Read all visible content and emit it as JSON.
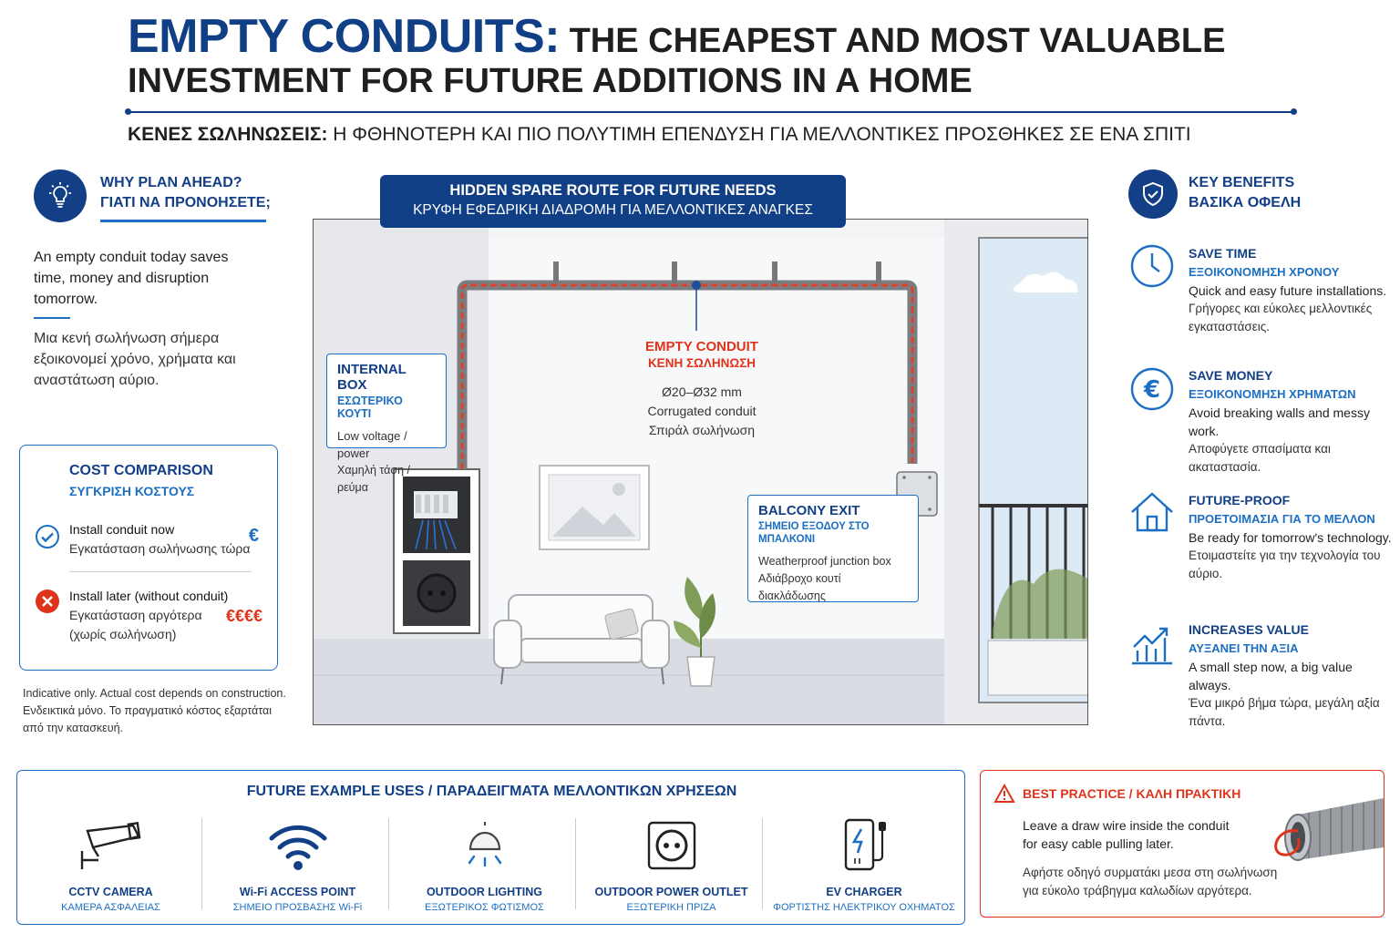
{
  "header": {
    "title_highlight": "EMPTY CONDUITS:",
    "title_rest": " THE CHEAPEST AND MOST VALUABLE",
    "title_line2": "INVESTMENT FOR FUTURE ADDITIONS IN A HOME",
    "greek_bold": "ΚΕΝΕΣ ΣΩΛΗΝΩΣΕΙΣ:",
    "greek_rest": " Η ΦΘΗΝΟΤΕΡΗ ΚΑΙ ΠΙΟ ΠΟΛΥΤΙΜΗ ΕΠΕΝΔΥΣΗ ΓΙΑ ΜΕΛΛΟΝΤΙΚΕΣ ΠΡΟΣΘΗΚΕΣ ΣΕ ΕΝΑ ΣΠΙΤΙ"
  },
  "why": {
    "title_en": "WHY PLAN AHEAD?",
    "title_gr": "ΓΙΑΤΙ ΝΑ ΠΡΟΝΟΗΣΕΤΕ;",
    "text_en": "An empty conduit today saves time, money and disruption tomorrow.",
    "text_gr": "Μια κενή σωλήνωση σήμερα εξοικονομεί χρόνο, χρήματα και αναστάτωση αύριο."
  },
  "cost": {
    "title_en": "COST COMPARISON",
    "title_gr": "ΣΥΓΚΡΙΣΗ ΚΟΣΤΟΥΣ",
    "now_en": "Install conduit now",
    "now_gr": "Εγκατάσταση σωλήνωσης τώρα",
    "now_cost": "€",
    "later_en": "Install later (without conduit)",
    "later_gr_1": "Εγκατάσταση αργότερα",
    "later_gr_2": "(χωρίς σωλήνωση)",
    "later_cost": "€€€€",
    "note_en": "Indicative only. Actual cost depends on construction.",
    "note_gr": "Ενδεικτικά μόνο. Το πραγματικό κόστος εξαρτάται από την κατασκευή."
  },
  "diagram": {
    "banner_en": "HIDDEN SPARE ROUTE FOR FUTURE NEEDS",
    "banner_gr": "ΚΡΥΦΗ ΕΦΕΔΡΙΚΗ ΔΙΑΔΡΟΜΗ ΓΙΑ ΜΕΛΛΟΝΤΙΚΕΣ ΑΝΑΓΚΕΣ",
    "internal_box": {
      "title_en": "INTERNAL BOX",
      "title_gr": "ΕΣΩΤΕΡΙΚΟ ΚΟΥΤΙ",
      "desc_en": "Low voltage / power",
      "desc_gr": "Χαμηλή τάση / ρεύμα"
    },
    "conduit": {
      "title_en": "EMPTY CONDUIT",
      "title_gr": "ΚΕΝΗ ΣΩΛΗΝΩΣΗ",
      "size": "Ø20–Ø32 mm",
      "desc_en": "Corrugated conduit",
      "desc_gr": "Σπιράλ σωλήνωση"
    },
    "balcony": {
      "title_en": "BALCONY EXIT",
      "title_gr": "ΣΗΜΕΙΟ ΕΞΟΔΟΥ ΣΤΟ ΜΠΑΛΚΟΝΙ",
      "desc_en": "Weatherproof junction box",
      "desc_gr": "Αδιάβροχο κουτί διακλάδωσης"
    }
  },
  "benefits": {
    "title_en": "KEY BENEFITS",
    "title_gr": "ΒΑΣΙΚΑ ΟΦΕΛΗ",
    "items": [
      {
        "title_en": "SAVE TIME",
        "title_gr": "ΕΞΟΙΚΟΝΟΜΗΣΗ ΧΡΟΝΟΥ",
        "text_en": "Quick and easy future installations.",
        "text_gr": "Γρήγορες και εύκολες μελλοντικές εγκαταστάσεις.",
        "icon": "clock-icon"
      },
      {
        "title_en": "SAVE MONEY",
        "title_gr": "ΕΞΟΙΚΟΝΟΜΗΣΗ ΧΡΗΜΑΤΩΝ",
        "text_en": "Avoid breaking walls and messy work.",
        "text_gr": "Αποφύγετε σπασίματα και ακαταστασία.",
        "icon": "euro-icon"
      },
      {
        "title_en": "FUTURE-PROOF",
        "title_gr": "ΠΡΟΕΤΟΙΜΑΣΙΑ ΓΙΑ ΤΟ ΜΕΛΛΟΝ",
        "text_en": "Be ready for tomorrow's technology.",
        "text_gr": "Ετοιμαστείτε για την τεχνολογία του αύριο.",
        "icon": "house-icon"
      },
      {
        "title_en": "INCREASES VALUE",
        "title_gr": "ΑΥΞΑΝΕΙ ΤΗΝ ΑΞΙΑ",
        "text_en": "A small step now, a big value always.",
        "text_gr": "Ένα μικρό βήμα τώρα, μεγάλη αξία πάντα.",
        "icon": "growth-chart-icon"
      }
    ]
  },
  "uses": {
    "title": "FUTURE EXAMPLE USES / ΠΑΡΑΔΕΙΓΜΑΤΑ ΜΕΛΛΟΝΤΙΚΩΝ ΧΡΗΣΕΩΝ",
    "items": [
      {
        "en": "CCTV CAMERA",
        "gr": "ΚΑΜΕΡΑ ΑΣΦΑΛΕΙΑΣ"
      },
      {
        "en": "Wi-Fi ACCESS POINT",
        "gr": "ΣΗΜΕΙΟ ΠΡΟΣΒΑΣΗΣ Wi-Fi"
      },
      {
        "en": "OUTDOOR LIGHTING",
        "gr": "ΕΞΩΤΕΡΙΚΟΣ ΦΩΤΙΣΜΟΣ"
      },
      {
        "en": "OUTDOOR POWER OUTLET",
        "gr": "ΕΞΩΤΕΡΙΚΗ ΠΡΙΖΑ"
      },
      {
        "en": "EV CHARGER",
        "gr": "ΦΟΡΤΙΣΤΗΣ ΗΛΕΚΤΡΙΚΟΥ ΟΧΗΜΑΤΟΣ"
      }
    ]
  },
  "best": {
    "title": "BEST PRACTICE / ΚΑΛΗ ΠΡΑΚΤΙΚΗ",
    "text_en": "Leave a draw wire inside the conduit for easy cable pulling later.",
    "text_gr": "Αφήστε οδηγό συρματάκι μεσα στη σωλήνωση για εύκολο τράβηγμα καλωδίων αργότερα."
  },
  "colors": {
    "navy": "#103f86",
    "blue": "#1c6fc2",
    "accent_red": "#e0331b"
  }
}
